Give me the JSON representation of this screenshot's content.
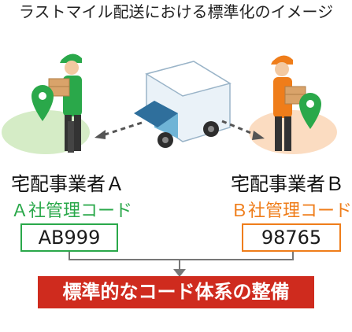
{
  "title": "ラストマイル配送における標準化のイメージ",
  "company_a": {
    "name": "宅配事業者Ａ",
    "code_label": "Ａ社管理コード",
    "code_value": "AB999",
    "color": "#2aa84a"
  },
  "company_b": {
    "name": "宅配事業者Ｂ",
    "code_label": "Ｂ社管理コード",
    "code_value": "98765",
    "color": "#ef7d1a"
  },
  "banner": {
    "text": "標準的なコード体系の整備",
    "color": "#cf2b1e"
  },
  "icons": [
    "courier-a-icon",
    "map-pin-icon",
    "delivery-truck-icon",
    "courier-b-icon",
    "package-icon"
  ]
}
